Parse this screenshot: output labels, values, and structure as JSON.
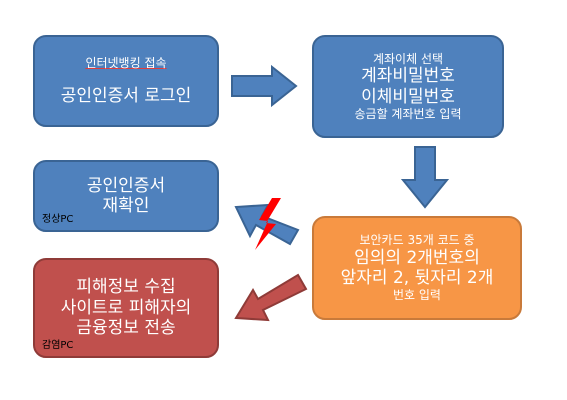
{
  "boxes": {
    "login": {
      "lines": [
        "인터넷뱅킹 접속",
        "공인인증서 로그인"
      ]
    },
    "transfer": {
      "lines": [
        "계좌이체 선택",
        "계좌비밀번호",
        "이체비밀번호",
        "송금할 계좌번호 입력"
      ]
    },
    "recheck": {
      "lines": [
        "공인인증서",
        "재확인"
      ],
      "tag": "정상PC"
    },
    "security_card": {
      "lines": [
        "보안카드 35개 코드 중",
        "임의의 2개번호의",
        "앞자리 2, 뒷자리 2개",
        "번호 입력"
      ]
    },
    "leak": {
      "lines": [
        "피해정보 수집",
        "사이트로 피해자의",
        "금융정보 전송"
      ],
      "tag": "감염PC"
    }
  },
  "colors": {
    "box_blue": "#4f81bd",
    "box_orange": "#f79646",
    "box_red": "#c0504d",
    "block_mark": "#ff0000"
  }
}
